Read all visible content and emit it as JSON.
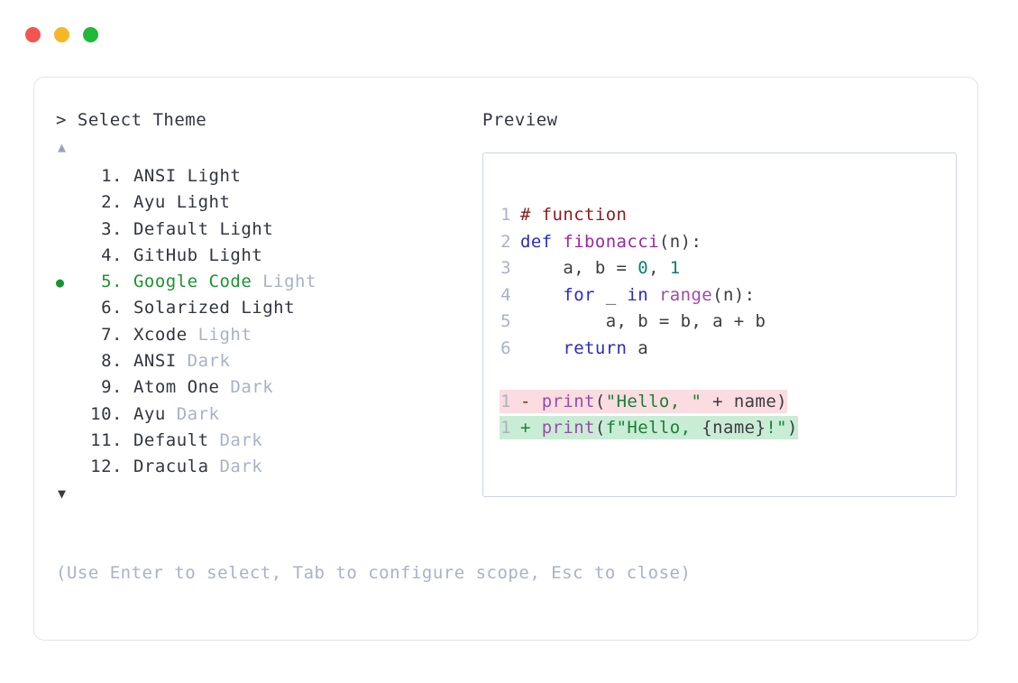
{
  "window": {
    "traffic_lights": [
      {
        "name": "close",
        "color": "#f4544f"
      },
      {
        "name": "minimize",
        "color": "#f5b726"
      },
      {
        "name": "maximize",
        "color": "#22b839"
      }
    ]
  },
  "left": {
    "prompt": "> Select Theme",
    "scroll_up_icon": "▲",
    "scroll_down_icon": "▼",
    "selected_index": 5,
    "bullet_glyph": "●",
    "items": [
      {
        "num": "1.",
        "name": "ANSI",
        "variant": "Light",
        "variant_muted": false,
        "selected": false
      },
      {
        "num": "2.",
        "name": "Ayu",
        "variant": "Light",
        "variant_muted": false,
        "selected": false
      },
      {
        "num": "3.",
        "name": "Default",
        "variant": "Light",
        "variant_muted": false,
        "selected": false
      },
      {
        "num": "4.",
        "name": "GitHub",
        "variant": "Light",
        "variant_muted": false,
        "selected": false
      },
      {
        "num": "5.",
        "name": "Google Code",
        "variant": "Light",
        "variant_muted": true,
        "selected": true
      },
      {
        "num": "6.",
        "name": "Solarized",
        "variant": "Light",
        "variant_muted": false,
        "selected": false
      },
      {
        "num": "7.",
        "name": "Xcode",
        "variant": "Light",
        "variant_muted": true,
        "selected": false
      },
      {
        "num": "8.",
        "name": "ANSI",
        "variant": "Dark",
        "variant_muted": true,
        "selected": false
      },
      {
        "num": "9.",
        "name": "Atom One",
        "variant": "Dark",
        "variant_muted": true,
        "selected": false
      },
      {
        "num": "10.",
        "name": "Ayu",
        "variant": "Dark",
        "variant_muted": true,
        "selected": false
      },
      {
        "num": "11.",
        "name": "Default",
        "variant": "Dark",
        "variant_muted": true,
        "selected": false
      },
      {
        "num": "12.",
        "name": "Dracula",
        "variant": "Dark",
        "variant_muted": true,
        "selected": false
      }
    ],
    "hint": "(Use Enter to select, Tab to configure scope, Esc to close)"
  },
  "right": {
    "label": "Preview",
    "code": {
      "lines": [
        {
          "n": "1",
          "tokens": [
            {
              "t": "# function",
              "c": "t-comment"
            }
          ]
        },
        {
          "n": "2",
          "tokens": [
            {
              "t": "def ",
              "c": "t-kw"
            },
            {
              "t": "fibonacci",
              "c": "t-fn"
            },
            {
              "t": "(n):",
              "c": "t-plain"
            }
          ]
        },
        {
          "n": "3",
          "tokens": [
            {
              "t": "    a, b = ",
              "c": "t-plain"
            },
            {
              "t": "0",
              "c": "t-num"
            },
            {
              "t": ", ",
              "c": "t-plain"
            },
            {
              "t": "1",
              "c": "t-num"
            }
          ]
        },
        {
          "n": "4",
          "tokens": [
            {
              "t": "    ",
              "c": "t-plain"
            },
            {
              "t": "for",
              "c": "t-kw"
            },
            {
              "t": " _ ",
              "c": "t-plain"
            },
            {
              "t": "in",
              "c": "t-kw"
            },
            {
              "t": " ",
              "c": "t-plain"
            },
            {
              "t": "range",
              "c": "t-builtin"
            },
            {
              "t": "(n):",
              "c": "t-plain"
            }
          ]
        },
        {
          "n": "5",
          "tokens": [
            {
              "t": "        a, b = b, a + b",
              "c": "t-plain"
            }
          ]
        },
        {
          "n": "6",
          "tokens": [
            {
              "t": "    ",
              "c": "t-plain"
            },
            {
              "t": "return",
              "c": "t-kw"
            },
            {
              "t": " a",
              "c": "t-plain"
            }
          ]
        }
      ],
      "diff": [
        {
          "n": "1",
          "kind": "del",
          "marker": "-",
          "tokens": [
            {
              "t": "print",
              "c": "t-builtin"
            },
            {
              "t": "(",
              "c": "t-plain"
            },
            {
              "t": "\"Hello, \"",
              "c": "t-str"
            },
            {
              "t": " + name)",
              "c": "t-plain"
            }
          ]
        },
        {
          "n": "1",
          "kind": "add",
          "marker": "+",
          "tokens": [
            {
              "t": "print",
              "c": "t-builtin"
            },
            {
              "t": "(",
              "c": "t-plain"
            },
            {
              "t": "f\"Hello, ",
              "c": "t-str"
            },
            {
              "t": "{name}",
              "c": "t-plain"
            },
            {
              "t": "!\"",
              "c": "t-str"
            },
            {
              "t": ")",
              "c": "t-plain"
            }
          ]
        }
      ]
    }
  }
}
